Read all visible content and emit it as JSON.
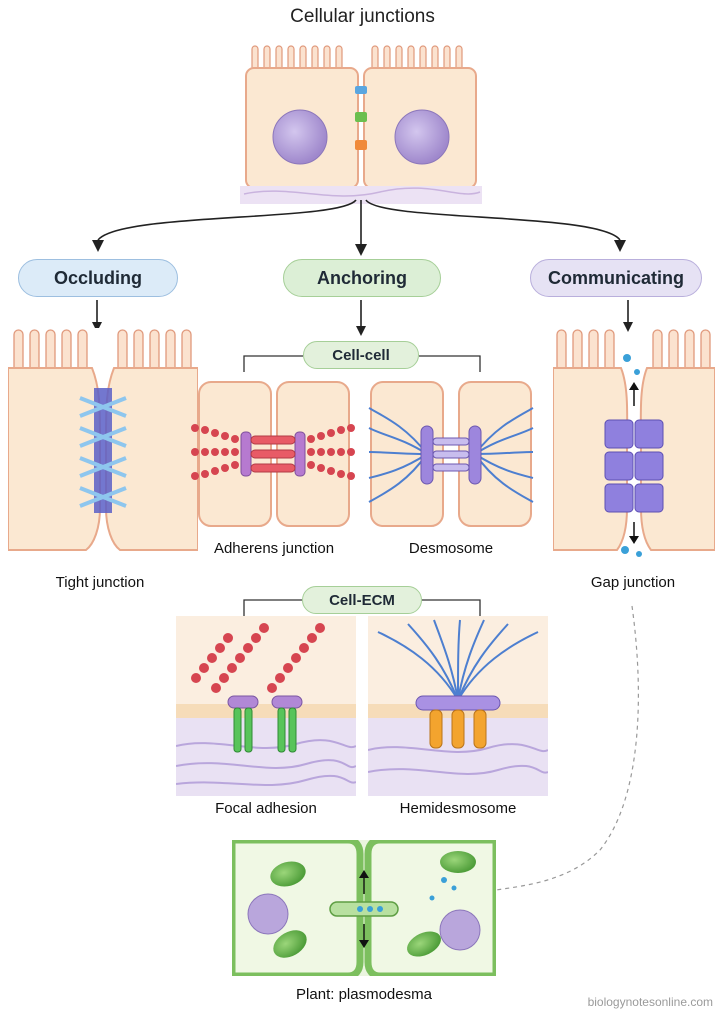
{
  "title": "Cellular junctions",
  "categories": {
    "occluding": "Occluding",
    "anchoring": "Anchoring",
    "communicating": "Communicating"
  },
  "subgroups": {
    "cell_cell": "Cell-cell",
    "cell_ecm": "Cell-ECM"
  },
  "junctions": {
    "tight": "Tight junction",
    "adherens": "Adherens junction",
    "desmosome": "Desmosome",
    "gap": "Gap junction",
    "focal": "Focal adhesion",
    "hemidesmosome": "Hemidesmosome",
    "plasmodesma": "Plant: plasmodesma"
  },
  "credit": "biologynotesonline.com",
  "colors": {
    "cytoplasm": "#fbe8d2",
    "membrane": "#e8a98b",
    "nucleus": "#b9a6dc",
    "occluding": "#dcebf8",
    "anchoring": "#dcefd6",
    "communicating": "#e6e2f4",
    "actin": "#d64550",
    "keratin": "#4d7fd0",
    "plant_wall": "#7cbf5e"
  }
}
